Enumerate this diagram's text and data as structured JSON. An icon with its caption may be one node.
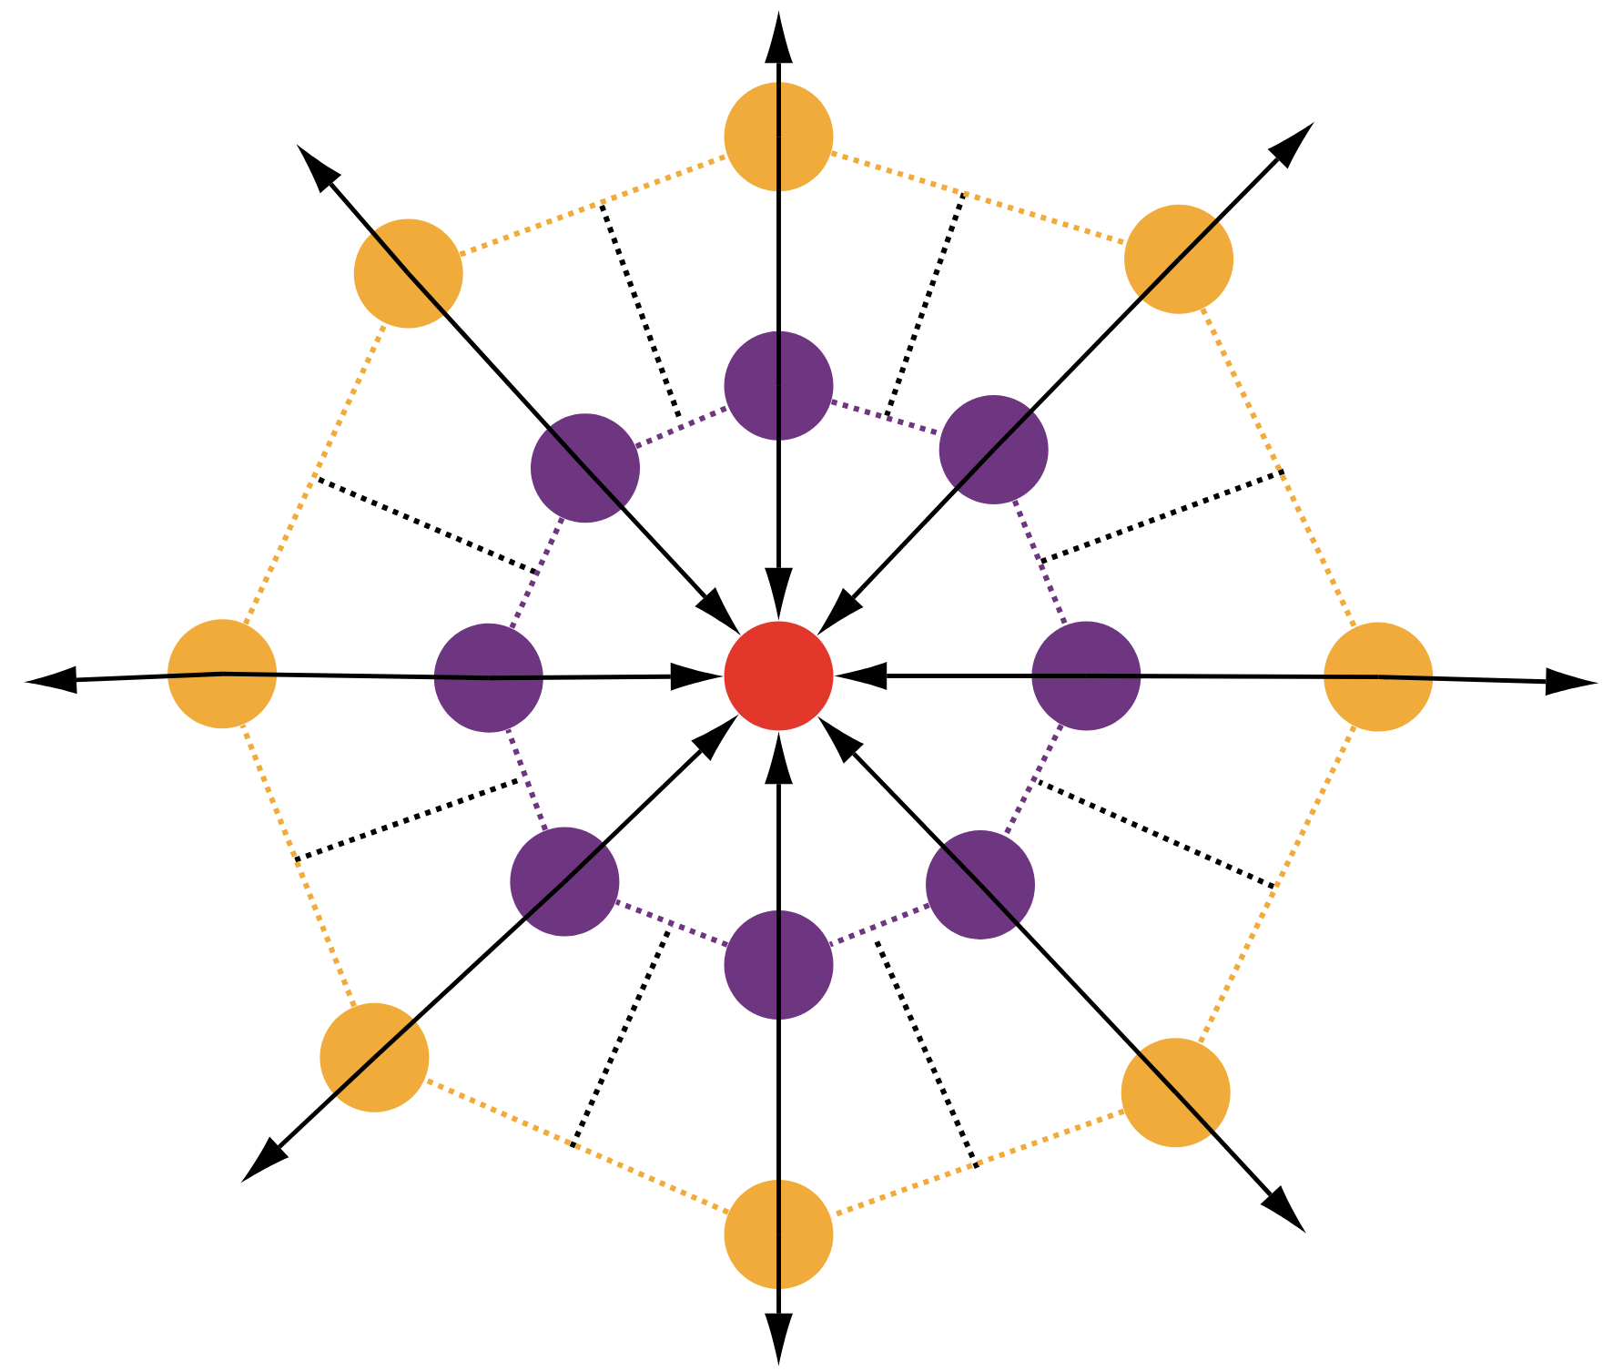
{
  "diagram": {
    "nodes": [
      {
        "text": [],
        "shape": "circle"
      },
      {
        "text": [],
        "shape": "circle"
      },
      {
        "text": [],
        "shape": "circle"
      },
      {
        "text": [],
        "shape": "circle"
      },
      {
        "text": [],
        "shape": "circle"
      },
      {
        "text": [],
        "shape": "circle"
      },
      {
        "text": [],
        "shape": "circle"
      },
      {
        "text": [],
        "shape": "circle"
      },
      {
        "text": [],
        "shape": "circle"
      },
      {
        "text": [],
        "shape": "circle"
      },
      {
        "text": [],
        "shape": "circle"
      },
      {
        "text": [],
        "shape": "circle"
      },
      {
        "text": [],
        "shape": "circle"
      },
      {
        "text": [],
        "shape": "circle"
      },
      {
        "text": [],
        "shape": "circle"
      },
      {
        "text": [],
        "shape": "circle"
      },
      {
        "text": [],
        "shape": "circle"
      }
    ],
    "edges": [
      {
        "from": 9,
        "to": null,
        "arrow": "to"
      },
      {
        "from": 10,
        "to": null,
        "arrow": "to"
      },
      {
        "from": 11,
        "to": null,
        "arrow": "to"
      },
      {
        "from": 12,
        "to": null,
        "arrow": "to"
      },
      {
        "from": 13,
        "to": null,
        "arrow": "to"
      },
      {
        "from": 14,
        "to": null,
        "arrow": "to"
      },
      {
        "from": 15,
        "to": null,
        "arrow": "to"
      },
      {
        "from": 16,
        "to": null,
        "arrow": "to"
      },
      {
        "from": 9,
        "to": 1,
        "arrow": "none"
      },
      {
        "from": 10,
        "to": 2,
        "arrow": "none"
      },
      {
        "from": 11,
        "to": 3,
        "arrow": "none"
      },
      {
        "from": 12,
        "to": 4,
        "arrow": "none"
      },
      {
        "from": 13,
        "to": 5,
        "arrow": "none"
      },
      {
        "from": 14,
        "to": 6,
        "arrow": "none"
      },
      {
        "from": 15,
        "to": 7,
        "arrow": "none"
      },
      {
        "from": 16,
        "to": 8,
        "arrow": "none"
      },
      {
        "from": 1,
        "to": 0,
        "arrow": "to"
      },
      {
        "from": 2,
        "to": 0,
        "arrow": "to"
      },
      {
        "from": 3,
        "to": 0,
        "arrow": "to"
      },
      {
        "from": 4,
        "to": 0,
        "arrow": "to"
      },
      {
        "from": 5,
        "to": 0,
        "arrow": "to"
      },
      {
        "from": 6,
        "to": 0,
        "arrow": "to"
      },
      {
        "from": 7,
        "to": 0,
        "arrow": "to"
      },
      {
        "from": 8,
        "to": 0,
        "arrow": "to"
      },
      {
        "from": 1,
        "to": 2,
        "arrow": "none",
        "style": "dashed",
        "color": "#6e3580"
      },
      {
        "from": 2,
        "to": 3,
        "arrow": "none",
        "style": "dashed",
        "color": "#6e3580"
      },
      {
        "from": 3,
        "to": 4,
        "arrow": "none",
        "style": "dashed",
        "color": "#6e3580"
      },
      {
        "from": 4,
        "to": 5,
        "arrow": "none",
        "style": "dashed",
        "color": "#6e3580"
      },
      {
        "from": 5,
        "to": 6,
        "arrow": "none",
        "style": "dashed",
        "color": "#6e3580"
      },
      {
        "from": 6,
        "to": 7,
        "arrow": "none",
        "style": "dashed",
        "color": "#6e3580"
      },
      {
        "from": 7,
        "to": 8,
        "arrow": "none",
        "style": "dashed",
        "color": "#6e3580"
      },
      {
        "from": 8,
        "to": 1,
        "arrow": "none",
        "style": "dashed",
        "color": "#6e3580"
      },
      {
        "from": 9,
        "to": 10,
        "arrow": "none",
        "style": "dashed",
        "color": "#f0ab3a"
      },
      {
        "from": 10,
        "to": 11,
        "arrow": "none",
        "style": "dashed",
        "color": "#f0ab3a"
      },
      {
        "from": 11,
        "to": 12,
        "arrow": "none",
        "style": "dashed",
        "color": "#f0ab3a"
      },
      {
        "from": 12,
        "to": 13,
        "arrow": "none",
        "style": "dashed",
        "color": "#f0ab3a"
      },
      {
        "from": 13,
        "to": 14,
        "arrow": "none",
        "style": "dashed",
        "color": "#f0ab3a"
      },
      {
        "from": 14,
        "to": 15,
        "arrow": "none",
        "style": "dashed",
        "color": "#f0ab3a"
      },
      {
        "from": 15,
        "to": 16,
        "arrow": "none",
        "style": "dashed",
        "color": "#f0ab3a"
      },
      {
        "from": 16,
        "to": 9,
        "arrow": "none",
        "style": "dashed",
        "color": "#f0ab3a"
      }
    ]
  }
}
